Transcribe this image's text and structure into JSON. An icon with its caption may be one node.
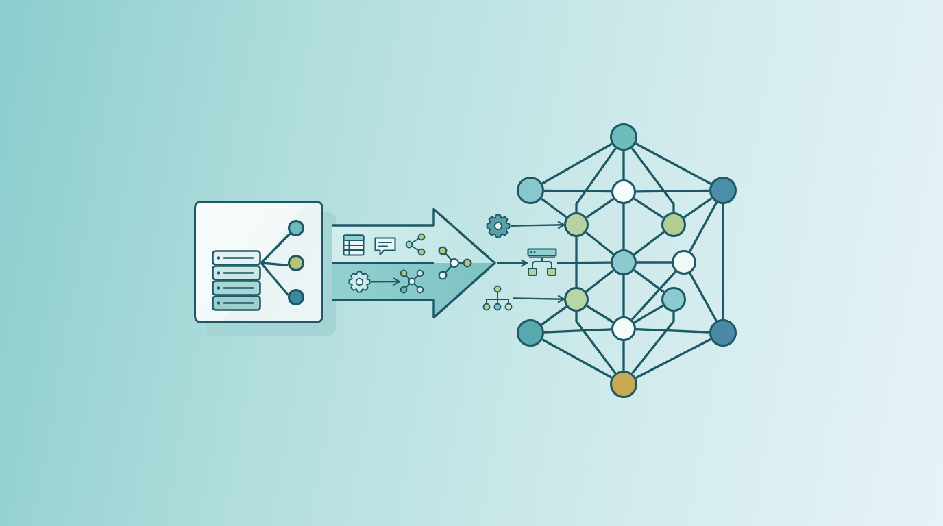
{
  "diagram": {
    "nodes": [
      {
        "text": [],
        "shape": "box"
      },
      {
        "text": [],
        "shape": "picture",
        "in": 0
      },
      {
        "text": [],
        "shape": "circle",
        "in": 0
      },
      {
        "text": [],
        "shape": "circle",
        "in": 0
      },
      {
        "text": [],
        "shape": "circle",
        "in": 0
      },
      {
        "text": [],
        "shape": "arrow"
      },
      {
        "text": [],
        "shape": "picture",
        "in": 5
      },
      {
        "text": [],
        "shape": "picture",
        "in": 5
      },
      {
        "text": [],
        "shape": "picture"
      },
      {
        "text": [],
        "shape": "picture"
      },
      {
        "text": [],
        "shape": "picture"
      },
      {
        "text": [],
        "shape": "circle"
      },
      {
        "text": [],
        "shape": "circle"
      },
      {
        "text": [],
        "shape": "circle"
      },
      {
        "text": [],
        "shape": "circle"
      },
      {
        "text": [],
        "shape": "circle"
      },
      {
        "text": [],
        "shape": "circle"
      },
      {
        "text": [],
        "shape": "circle"
      },
      {
        "text": [],
        "shape": "circle"
      },
      {
        "text": [],
        "shape": "circle"
      },
      {
        "text": [],
        "shape": "circle"
      },
      {
        "text": [],
        "shape": "circle"
      },
      {
        "text": [],
        "shape": "circle"
      },
      {
        "text": [],
        "shape": "circle"
      },
      {
        "text": [],
        "shape": "circle"
      }
    ],
    "edges": [
      {
        "from": 1,
        "to": 2,
        "arrow": "none"
      },
      {
        "from": 1,
        "to": 3,
        "arrow": "none"
      },
      {
        "from": 1,
        "to": 4,
        "arrow": "none"
      },
      {
        "from": 6,
        "to": 7,
        "arrow": "to"
      },
      {
        "from": 8,
        "to": 15,
        "arrow": "to"
      },
      {
        "from": 5,
        "to": 9,
        "arrow": "to"
      },
      {
        "from": 10,
        "to": 19,
        "arrow": "to"
      },
      {
        "from": 9,
        "to": 17,
        "arrow": "none"
      },
      {
        "from": 11,
        "to": 12,
        "arrow": "none"
      },
      {
        "from": 11,
        "to": 14,
        "arrow": "none"
      },
      {
        "from": 11,
        "to": 13,
        "arrow": "none"
      },
      {
        "from": 11,
        "to": 15,
        "arrow": "none"
      },
      {
        "from": 11,
        "to": 16,
        "arrow": "none"
      },
      {
        "from": 12,
        "to": 13,
        "arrow": "none"
      },
      {
        "from": 13,
        "to": 14,
        "arrow": "none"
      },
      {
        "from": 12,
        "to": 15,
        "arrow": "none"
      },
      {
        "from": 14,
        "to": 16,
        "arrow": "none"
      },
      {
        "from": 13,
        "to": 15,
        "arrow": "none"
      },
      {
        "from": 13,
        "to": 16,
        "arrow": "none"
      },
      {
        "from": 13,
        "to": 17,
        "arrow": "none"
      },
      {
        "from": 14,
        "to": 18,
        "arrow": "none"
      },
      {
        "from": 14,
        "to": 23,
        "arrow": "none"
      },
      {
        "from": 15,
        "to": 17,
        "arrow": "none"
      },
      {
        "from": 16,
        "to": 17,
        "arrow": "none"
      },
      {
        "from": 15,
        "to": 19,
        "arrow": "none"
      },
      {
        "from": 17,
        "to": 18,
        "arrow": "none"
      },
      {
        "from": 17,
        "to": 19,
        "arrow": "none"
      },
      {
        "from": 17,
        "to": 20,
        "arrow": "none"
      },
      {
        "from": 17,
        "to": 22,
        "arrow": "none"
      },
      {
        "from": 18,
        "to": 22,
        "arrow": "none"
      },
      {
        "from": 18,
        "to": 23,
        "arrow": "none"
      },
      {
        "from": 20,
        "to": 22,
        "arrow": "none"
      },
      {
        "from": 19,
        "to": 24,
        "arrow": "none"
      },
      {
        "from": 20,
        "to": 24,
        "arrow": "none"
      },
      {
        "from": 19,
        "to": 21,
        "arrow": "none"
      },
      {
        "from": 19,
        "to": 22,
        "arrow": "none"
      },
      {
        "from": 21,
        "to": 22,
        "arrow": "none"
      },
      {
        "from": 22,
        "to": 23,
        "arrow": "none"
      },
      {
        "from": 21,
        "to": 24,
        "arrow": "none"
      },
      {
        "from": 23,
        "to": 24,
        "arrow": "none"
      },
      {
        "from": 22,
        "to": 24,
        "arrow": "none"
      }
    ]
  }
}
